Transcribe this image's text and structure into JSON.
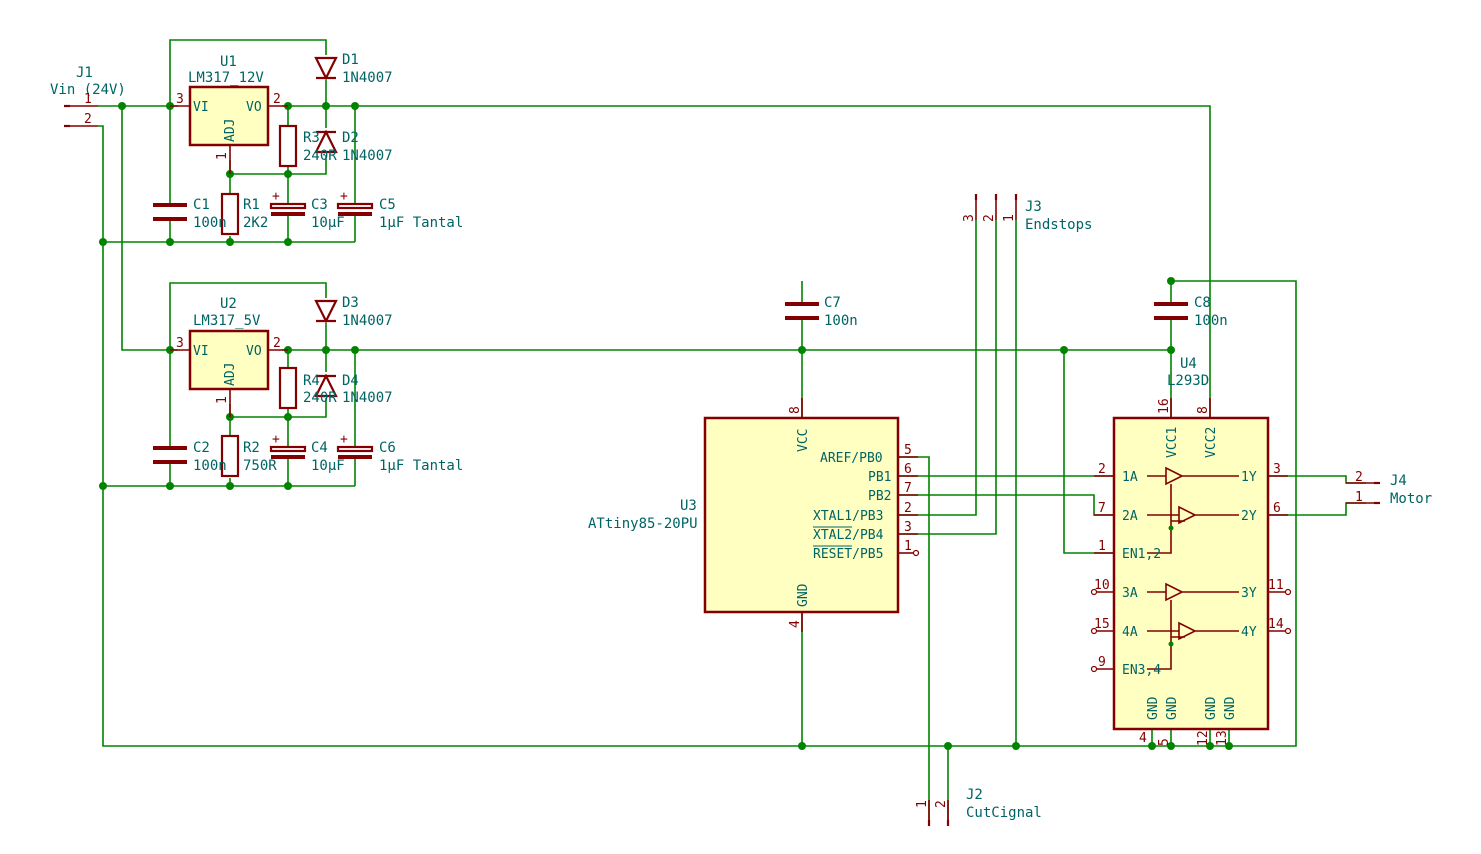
{
  "colors": {
    "wire": "#008400",
    "symbol": "#840000",
    "body_fill": "#ffffc2",
    "text": "#006464",
    "background": "#ffffff"
  },
  "j1": {
    "ref": "J1",
    "value": "Vin (24V)",
    "pin1": "1",
    "pin2": "2"
  },
  "u1": {
    "ref": "U1",
    "value": "LM317_12V",
    "vi": "VI",
    "vo": "VO",
    "adj": "ADJ",
    "p3": "3",
    "p2": "2",
    "p1": "1"
  },
  "u2": {
    "ref": "U2",
    "value": "LM317_5V",
    "vi": "VI",
    "vo": "VO",
    "adj": "ADJ",
    "p3": "3",
    "p2": "2",
    "p1": "1"
  },
  "d1": {
    "ref": "D1",
    "value": "1N4007"
  },
  "d2": {
    "ref": "D2",
    "value": "1N4007"
  },
  "d3": {
    "ref": "D3",
    "value": "1N4007"
  },
  "d4": {
    "ref": "D4",
    "value": "1N4007"
  },
  "r3": {
    "ref": "R3",
    "value": "240R"
  },
  "r4": {
    "ref": "R4",
    "value": "240R"
  },
  "r1": {
    "ref": "R1",
    "value": "2K2"
  },
  "r2": {
    "ref": "R2",
    "value": "750R"
  },
  "c1": {
    "ref": "C1",
    "value": "100n"
  },
  "c2": {
    "ref": "C2",
    "value": "100n"
  },
  "c3": {
    "ref": "C3",
    "value": "10µF",
    "plus": "+"
  },
  "c4": {
    "ref": "C4",
    "value": "10µF",
    "plus": "+"
  },
  "c5": {
    "ref": "C5",
    "value": "1µF Tantal",
    "plus": "+"
  },
  "c6": {
    "ref": "C6",
    "value": "1µF Tantal",
    "plus": "+"
  },
  "c7": {
    "ref": "C7",
    "value": "100n"
  },
  "c8": {
    "ref": "C8",
    "value": "100n"
  },
  "j3": {
    "ref": "J3",
    "value": "Endstops",
    "p3": "3",
    "p2": "2",
    "p1": "1"
  },
  "j2": {
    "ref": "J2",
    "value": "CutCignal",
    "p1": "1",
    "p2": "2"
  },
  "j4": {
    "ref": "J4",
    "value": "Motor",
    "p2": "2",
    "p1": "1"
  },
  "u3": {
    "ref": "U3",
    "value": "ATtiny85-20PU",
    "vcc": "VCC",
    "gnd": "GND",
    "p8": "8",
    "p4": "4",
    "pins": [
      {
        "name": "AREF/PB0",
        "num": "5"
      },
      {
        "name": "PB1",
        "num": "6"
      },
      {
        "name": "PB2",
        "num": "7"
      },
      {
        "name": "XTAL1/PB3",
        "num": "2"
      },
      {
        "name": "XTAL2/PB4",
        "num": "3"
      },
      {
        "name": "RESET/PB5",
        "num": "1"
      }
    ]
  },
  "u4": {
    "ref": "U4",
    "value": "L293D",
    "vcc1": "VCC1",
    "vcc2": "VCC2",
    "p16": "16",
    "p8": "8",
    "left": [
      {
        "name": "1A",
        "num": "2"
      },
      {
        "name": "2A",
        "num": "7"
      },
      {
        "name": "EN1,2",
        "num": "1"
      },
      {
        "name": "3A",
        "num": "10"
      },
      {
        "name": "4A",
        "num": "15"
      },
      {
        "name": "EN3,4",
        "num": "9"
      }
    ],
    "right": [
      {
        "name": "1Y",
        "num": "3"
      },
      {
        "name": "2Y",
        "num": "6"
      },
      {
        "name": "3Y",
        "num": "11"
      },
      {
        "name": "4Y",
        "num": "14"
      }
    ],
    "gnd": [
      {
        "name": "GND",
        "num": "4"
      },
      {
        "name": "GND",
        "num": "5"
      },
      {
        "name": "GND",
        "num": "12"
      },
      {
        "name": "GND",
        "num": "13"
      }
    ]
  }
}
